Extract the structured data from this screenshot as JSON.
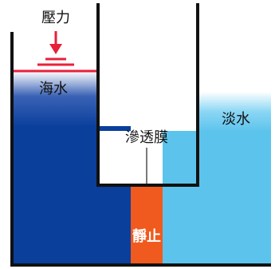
{
  "labels": {
    "pressure": "壓力",
    "seawater": "海水",
    "freshwater": "淡水",
    "membrane": "滲透膜",
    "equilibrium": "靜止"
  },
  "colors": {
    "seawater": "#0a3f9c",
    "freshwater": "#5cc3ec",
    "membrane": "#f05a1e",
    "pressure_arrow": "#e8203a",
    "wall": "#111111",
    "background": "#ffffff"
  }
}
